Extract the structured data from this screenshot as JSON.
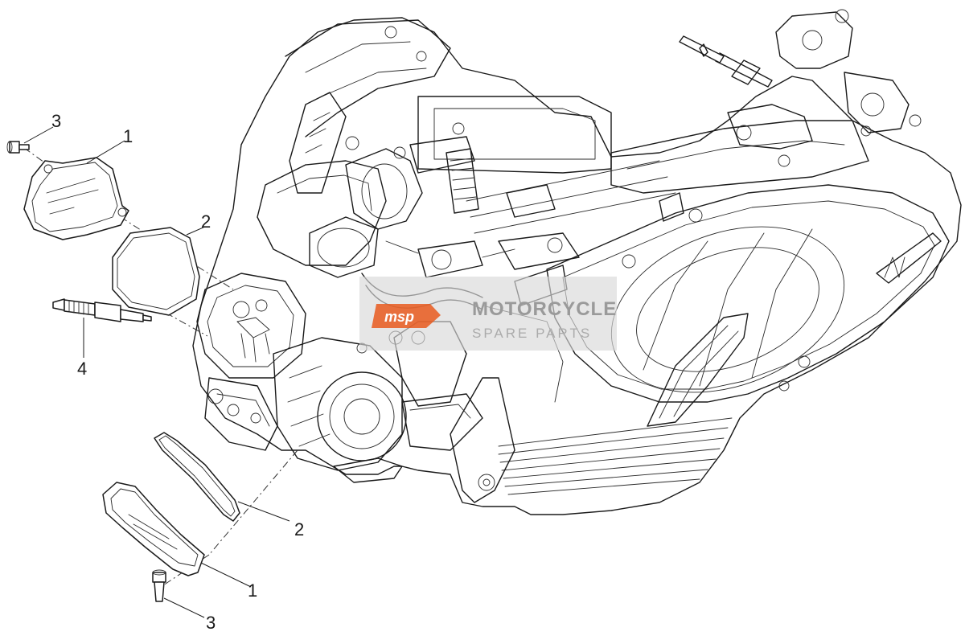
{
  "callouts": [
    {
      "id": "cap-screw-top",
      "label": "3"
    },
    {
      "id": "cover-top",
      "label": "1"
    },
    {
      "id": "gasket-top",
      "label": "2"
    },
    {
      "id": "spark-plug",
      "label": "4"
    },
    {
      "id": "gasket-bottom",
      "label": "2"
    },
    {
      "id": "cover-bottom",
      "label": "1"
    },
    {
      "id": "cap-screw-bottom",
      "label": "3"
    }
  ],
  "watermark": {
    "line1": "MOTORCYCLE",
    "line2": "SPARE PARTS",
    "logo_text": "msp",
    "colors": {
      "logo": "#e8591d",
      "text": "#9a9a9a"
    }
  },
  "colors": {
    "line": "#1a1a1a",
    "background": "#ffffff"
  }
}
